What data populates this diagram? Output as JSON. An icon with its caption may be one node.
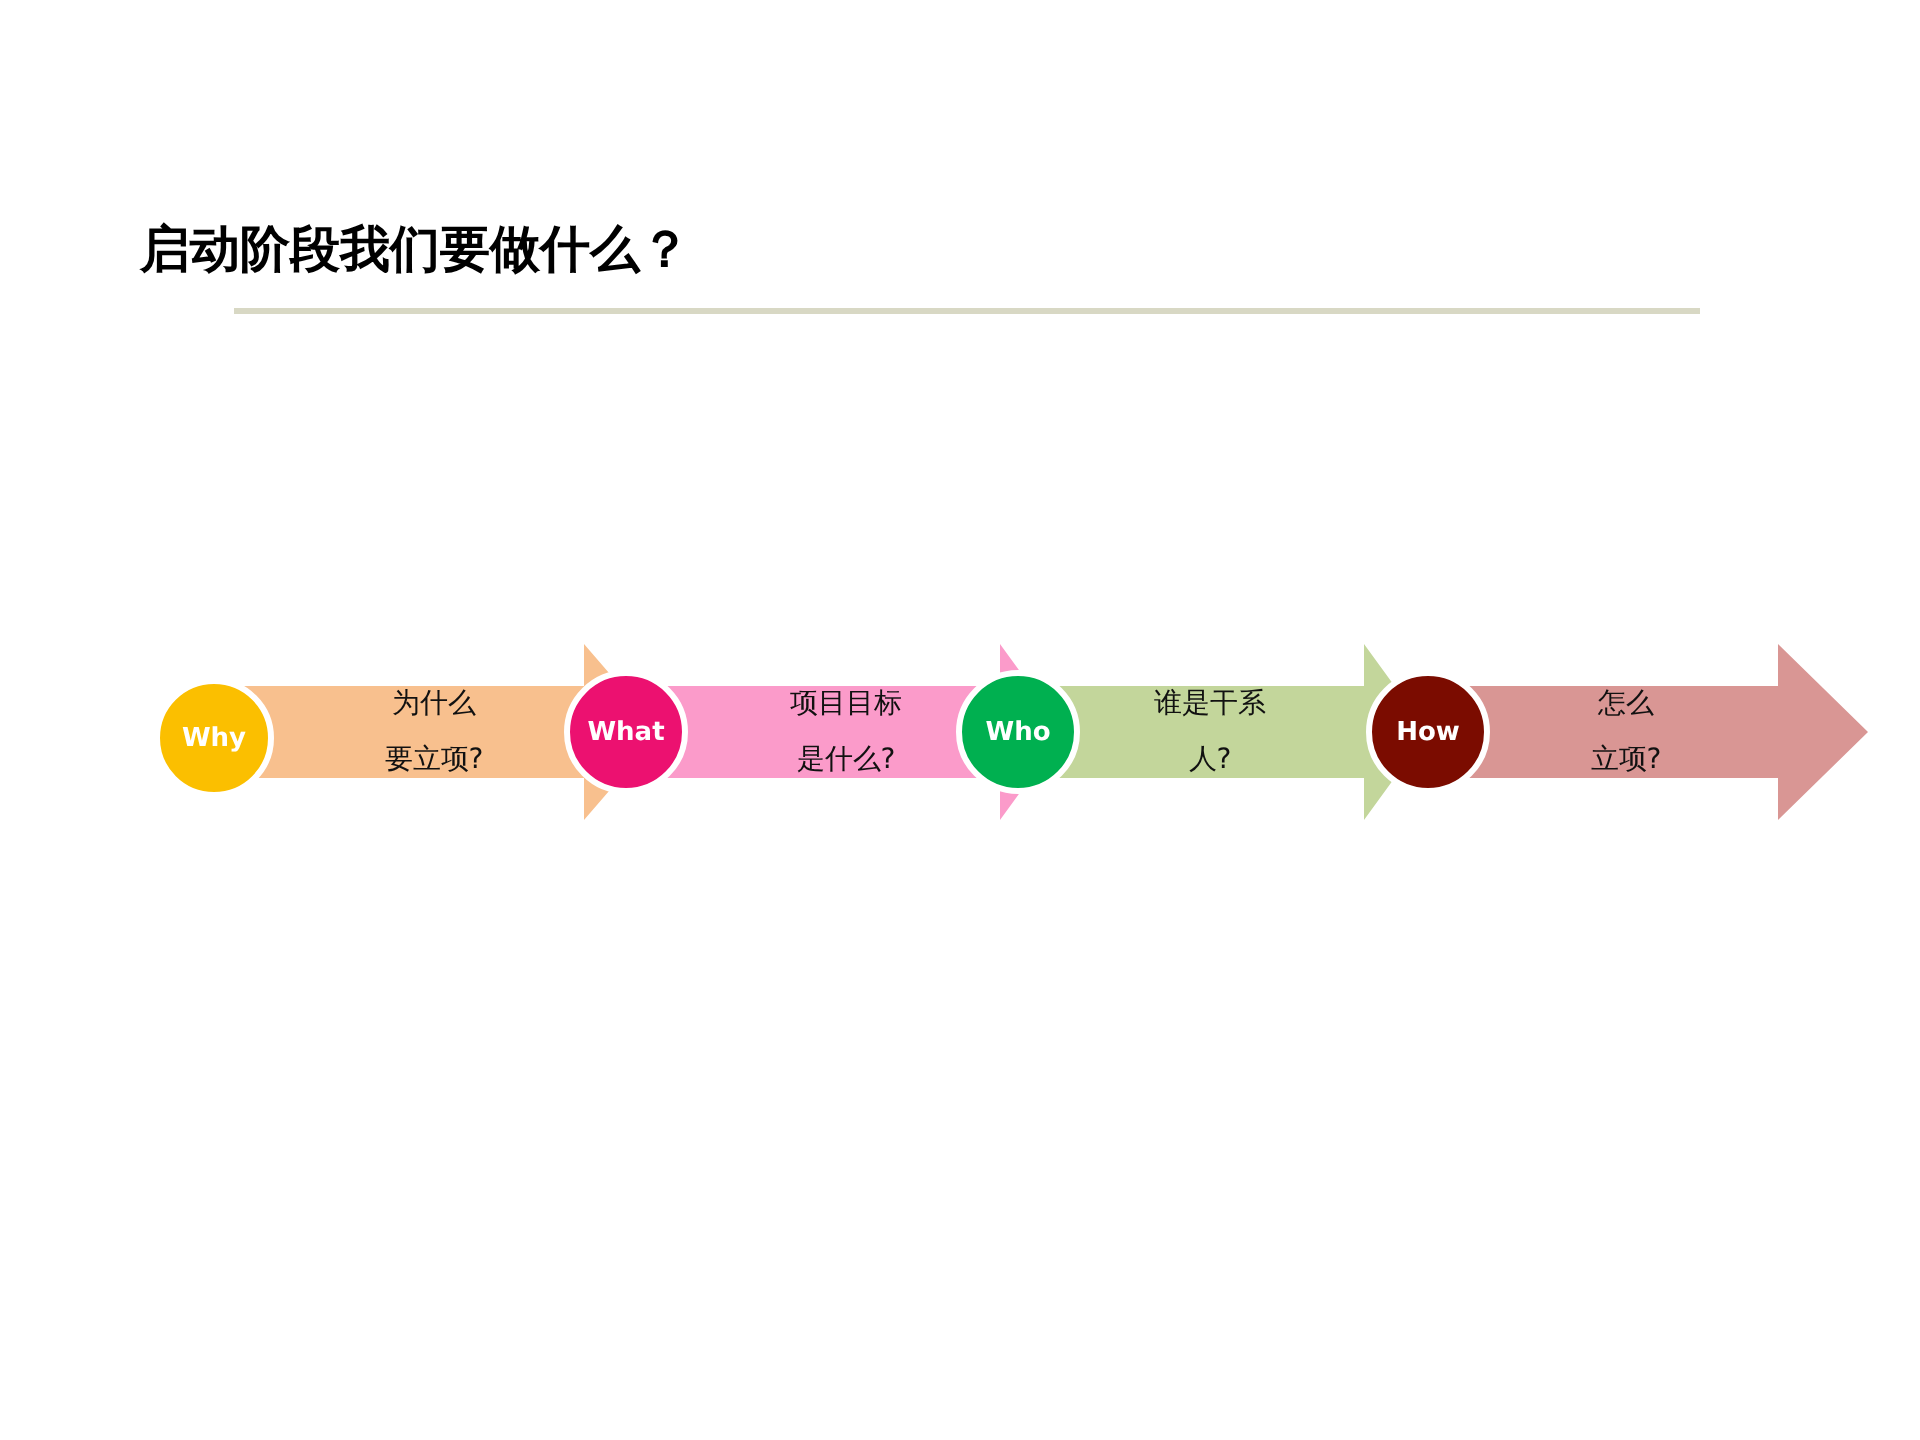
{
  "diagram": {
    "title": "启动阶段我们要做什么？",
    "nodes": [
      {
        "text": [
          "Why"
        ]
      },
      {
        "text": [
          "为什么要立项?"
        ]
      },
      {
        "text": [
          "What"
        ]
      },
      {
        "text": [
          "项目目标是什么?"
        ]
      },
      {
        "text": [
          "Who"
        ]
      },
      {
        "text": [
          "谁是干系人?"
        ]
      },
      {
        "text": [
          "How"
        ]
      },
      {
        "text": [
          "怎么立项?"
        ]
      }
    ]
  }
}
